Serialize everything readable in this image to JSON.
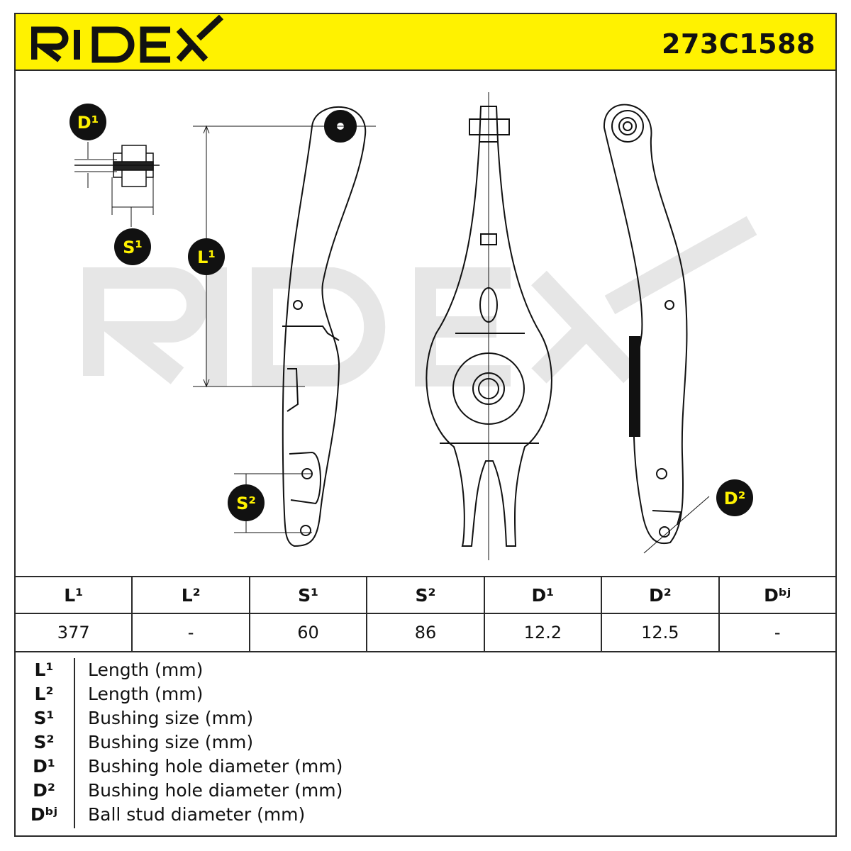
{
  "brand": "RIDEX",
  "part_number": "273C1588",
  "watermark": "RIDEX",
  "badges": {
    "d1": "D¹",
    "s1": "S¹",
    "l1": "L¹",
    "s2": "S²",
    "d2": "D²"
  },
  "colors": {
    "accent_yellow": "#fff200",
    "badge_black": "#111111",
    "watermark_grey": "#e6e6e6"
  },
  "table": {
    "headers": [
      "L¹",
      "L²",
      "S¹",
      "S²",
      "D¹",
      "D²",
      "Dᵇʲ"
    ],
    "values": [
      "377",
      "-",
      "60",
      "86",
      "12.2",
      "12.5",
      "-"
    ]
  },
  "legend": [
    {
      "symbol": "L¹",
      "description": "Length (mm)"
    },
    {
      "symbol": "L²",
      "description": "Length (mm)"
    },
    {
      "symbol": "S¹",
      "description": "Bushing size (mm)"
    },
    {
      "symbol": "S²",
      "description": "Bushing size (mm)"
    },
    {
      "symbol": "D¹",
      "description": "Bushing hole diameter (mm)"
    },
    {
      "symbol": "D²",
      "description": "Bushing hole diameter (mm)"
    },
    {
      "symbol": "Dᵇʲ",
      "description": "Ball stud diameter (mm)"
    }
  ]
}
